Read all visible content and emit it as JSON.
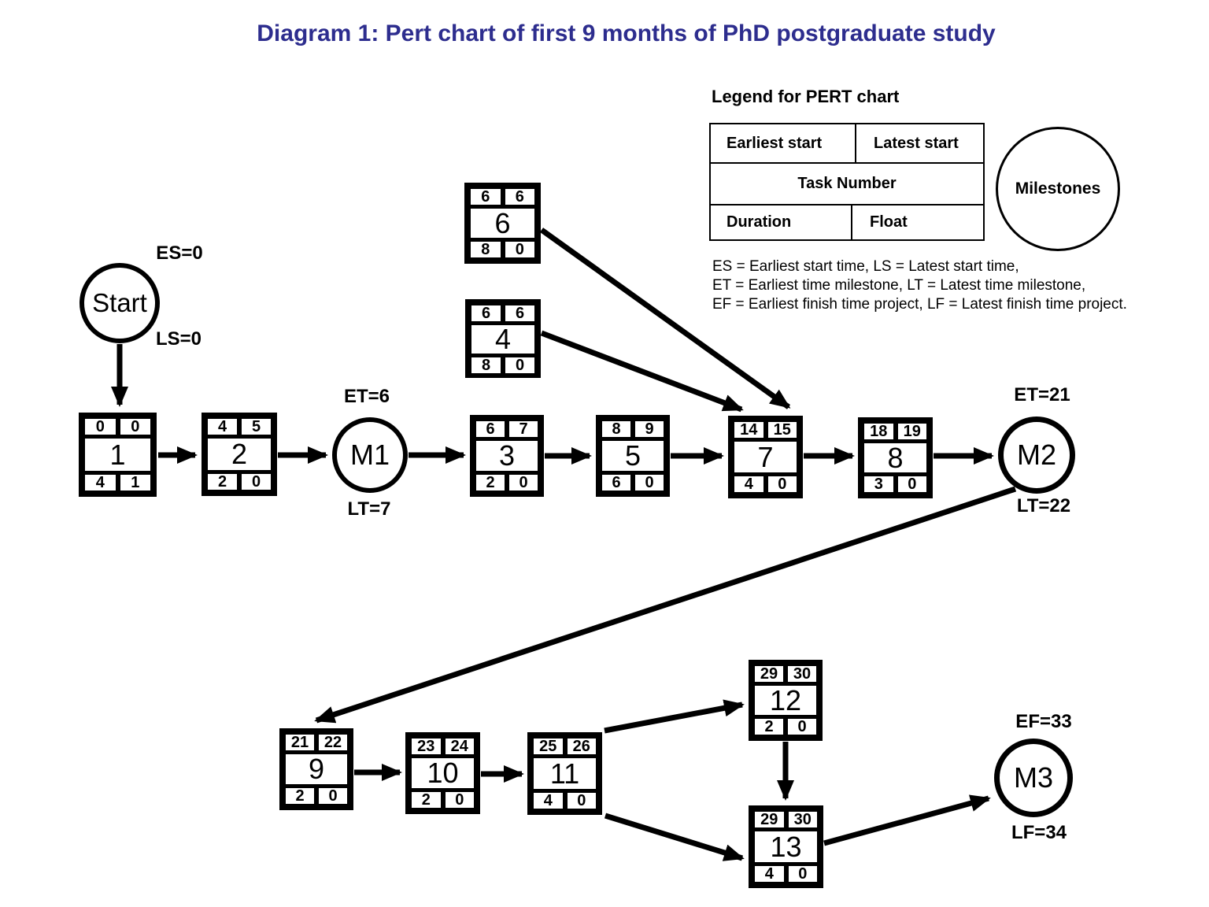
{
  "title": "Diagram 1: Pert chart of first 9 months of PhD postgraduate study",
  "colors": {
    "title_text": "#2d2d8e",
    "ink": "#000000",
    "background": "#ffffff"
  },
  "legend": {
    "heading": "Legend for PERT chart",
    "table": {
      "earliest_start": "Earliest start",
      "latest_start": "Latest start",
      "task_number": "Task Number",
      "duration": "Duration",
      "float": "Float"
    },
    "milestones_label": "Milestones",
    "notes": [
      "ES = Earliest start time, LS = Latest start time,",
      "ET = Earliest time milestone, LT = Latest time milestone,",
      "EF = Earliest finish time project, LF = Latest finish time project."
    ]
  },
  "milestones": {
    "start": {
      "name": "Start",
      "top": "ES=0",
      "bottom": "LS=0"
    },
    "m1": {
      "name": "M1",
      "top": "ET=6",
      "bottom": "LT=7"
    },
    "m2": {
      "name": "M2",
      "top": "ET=21",
      "bottom": "LT=22"
    },
    "m3": {
      "name": "M3",
      "top": "EF=33",
      "bottom": "LF=34"
    }
  },
  "tasks": {
    "t1": {
      "es": "0",
      "ls": "0",
      "num": "1",
      "dur": "4",
      "flt": "1"
    },
    "t2": {
      "es": "4",
      "ls": "5",
      "num": "2",
      "dur": "2",
      "flt": "0"
    },
    "t3": {
      "es": "6",
      "ls": "7",
      "num": "3",
      "dur": "2",
      "flt": "0"
    },
    "t4": {
      "es": "6",
      "ls": "6",
      "num": "4",
      "dur": "8",
      "flt": "0"
    },
    "t5": {
      "es": "8",
      "ls": "9",
      "num": "5",
      "dur": "6",
      "flt": "0"
    },
    "t6": {
      "es": "6",
      "ls": "6",
      "num": "6",
      "dur": "8",
      "flt": "0"
    },
    "t7": {
      "es": "14",
      "ls": "15",
      "num": "7",
      "dur": "4",
      "flt": "0"
    },
    "t8": {
      "es": "18",
      "ls": "19",
      "num": "8",
      "dur": "3",
      "flt": "0"
    },
    "t9": {
      "es": "21",
      "ls": "22",
      "num": "9",
      "dur": "2",
      "flt": "0"
    },
    "t10": {
      "es": "23",
      "ls": "24",
      "num": "10",
      "dur": "2",
      "flt": "0"
    },
    "t11": {
      "es": "25",
      "ls": "26",
      "num": "11",
      "dur": "4",
      "flt": "0"
    },
    "t12": {
      "es": "29",
      "ls": "30",
      "num": "12",
      "dur": "2",
      "flt": "0"
    },
    "t13": {
      "es": "29",
      "ls": "30",
      "num": "13",
      "dur": "4",
      "flt": "0"
    }
  },
  "edges": [
    {
      "from": "Start",
      "to": "1"
    },
    {
      "from": "1",
      "to": "2"
    },
    {
      "from": "2",
      "to": "M1"
    },
    {
      "from": "M1",
      "to": "3"
    },
    {
      "from": "3",
      "to": "5"
    },
    {
      "from": "5",
      "to": "7"
    },
    {
      "from": "6",
      "to": "7"
    },
    {
      "from": "4",
      "to": "7"
    },
    {
      "from": "7",
      "to": "8"
    },
    {
      "from": "8",
      "to": "M2"
    },
    {
      "from": "M2",
      "to": "9"
    },
    {
      "from": "9",
      "to": "10"
    },
    {
      "from": "10",
      "to": "11"
    },
    {
      "from": "11",
      "to": "12"
    },
    {
      "from": "11",
      "to": "13"
    },
    {
      "from": "12",
      "to": "13"
    },
    {
      "from": "13",
      "to": "M3"
    }
  ]
}
